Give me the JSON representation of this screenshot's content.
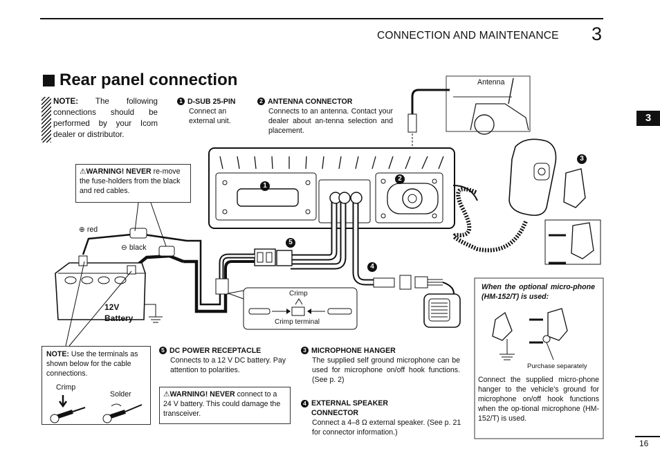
{
  "header": {
    "section_title": "CONNECTION AND MAINTENANCE",
    "chapter_number": "3",
    "side_tab": "3"
  },
  "title": "Rear panel connection",
  "note_top": {
    "label": "NOTE:",
    "text": "The following connections should be performed by your Icom dealer or distributor."
  },
  "callouts": {
    "c1": {
      "num": "1",
      "title": "D-SUB 25-PIN",
      "text": "Connect an external unit."
    },
    "c2": {
      "num": "2",
      "title": "ANTENNA CONNECTOR",
      "text": "Connects to an antenna. Contact your dealer about an-tenna selection and placement."
    },
    "c3": {
      "num": "3",
      "title": "MICROPHONE HANGER",
      "text": "The supplied self ground microphone can be used for microphone on/off hook functions. (See p. 2)"
    },
    "c4": {
      "num": "4",
      "title": "EXTERNAL SPEAKER CONNECTOR",
      "text": "Connect a 4–8 Ω  external speaker. (See p. 21 for connector information.)"
    },
    "c5": {
      "num": "5",
      "title": "DC POWER RECEPTACLE",
      "text": "Connects to a 12 V DC battery. Pay attention to polarities."
    }
  },
  "warning_fuse": {
    "label": "WARNING! NEVER",
    "text": "re-move the fuse-holders from the black and red cables."
  },
  "warning_24v": {
    "label": "WARNING! NEVER",
    "text": "connect to a 24 V battery. This could damage the transceiver."
  },
  "note_bottom": {
    "label": "NOTE:",
    "text": "Use the terminals as shown below for the cable connections.",
    "crimp": "Crimp",
    "solder": "Solder"
  },
  "diagram_labels": {
    "red": "red",
    "black": "black",
    "battery_line1": "12V",
    "battery_line2": "Battery",
    "antenna": "Antenna",
    "crimp": "Crimp",
    "crimp_terminal": "Crimp terminal",
    "m1": "1",
    "m2": "2",
    "m3": "3",
    "m4": "4",
    "m5": "5"
  },
  "optional_box": {
    "heading": "When the optional micro-phone (HM-152/T) is used:",
    "purchase": "Purchase separately",
    "text": "Connect the supplied micro-phone hanger to the vehicle's ground for microphone on/off hook functions when the op-tional microphone (HM-152/T) is used."
  },
  "page_number": "16"
}
